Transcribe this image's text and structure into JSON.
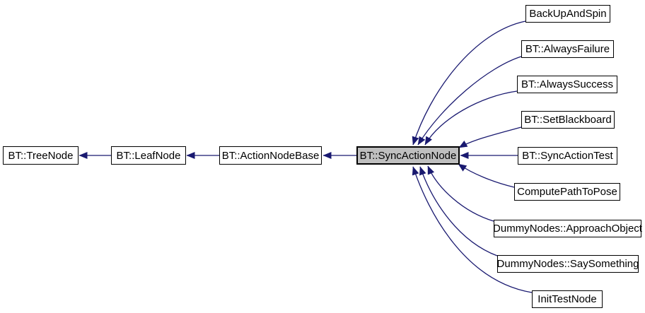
{
  "colors": {
    "background": "#ffffff",
    "edge": "#191970",
    "node_border": "#000000",
    "node_fill": "#ffffff",
    "selected_node_fill": "#bfbfbf",
    "text": "#000000"
  },
  "graph": {
    "type": "inheritance-graph",
    "base_chain": [
      {
        "label": "BT::TreeNode",
        "selected": false
      },
      {
        "label": "BT::LeafNode",
        "selected": false
      },
      {
        "label": "BT::ActionNodeBase",
        "selected": false
      },
      {
        "label": "BT::SyncActionNode",
        "selected": true
      }
    ],
    "derived": [
      {
        "label": "BackUpAndSpin"
      },
      {
        "label": "BT::AlwaysFailure"
      },
      {
        "label": "BT::AlwaysSuccess"
      },
      {
        "label": "BT::SetBlackboard"
      },
      {
        "label": "BT::SyncActionTest"
      },
      {
        "label": "ComputePathToPose"
      },
      {
        "label": "DummyNodes::ApproachObject"
      },
      {
        "label": "DummyNodes::SaySomething"
      },
      {
        "label": "InitTestNode"
      }
    ],
    "edges": [
      {
        "from": "BT::LeafNode",
        "to": "BT::TreeNode"
      },
      {
        "from": "BT::ActionNodeBase",
        "to": "BT::LeafNode"
      },
      {
        "from": "BT::SyncActionNode",
        "to": "BT::ActionNodeBase"
      },
      {
        "from": "BackUpAndSpin",
        "to": "BT::SyncActionNode"
      },
      {
        "from": "BT::AlwaysFailure",
        "to": "BT::SyncActionNode"
      },
      {
        "from": "BT::AlwaysSuccess",
        "to": "BT::SyncActionNode"
      },
      {
        "from": "BT::SetBlackboard",
        "to": "BT::SyncActionNode"
      },
      {
        "from": "BT::SyncActionTest",
        "to": "BT::SyncActionNode"
      },
      {
        "from": "ComputePathToPose",
        "to": "BT::SyncActionNode"
      },
      {
        "from": "DummyNodes::ApproachObject",
        "to": "BT::SyncActionNode"
      },
      {
        "from": "DummyNodes::SaySomething",
        "to": "BT::SyncActionNode"
      },
      {
        "from": "InitTestNode",
        "to": "BT::SyncActionNode"
      }
    ]
  }
}
